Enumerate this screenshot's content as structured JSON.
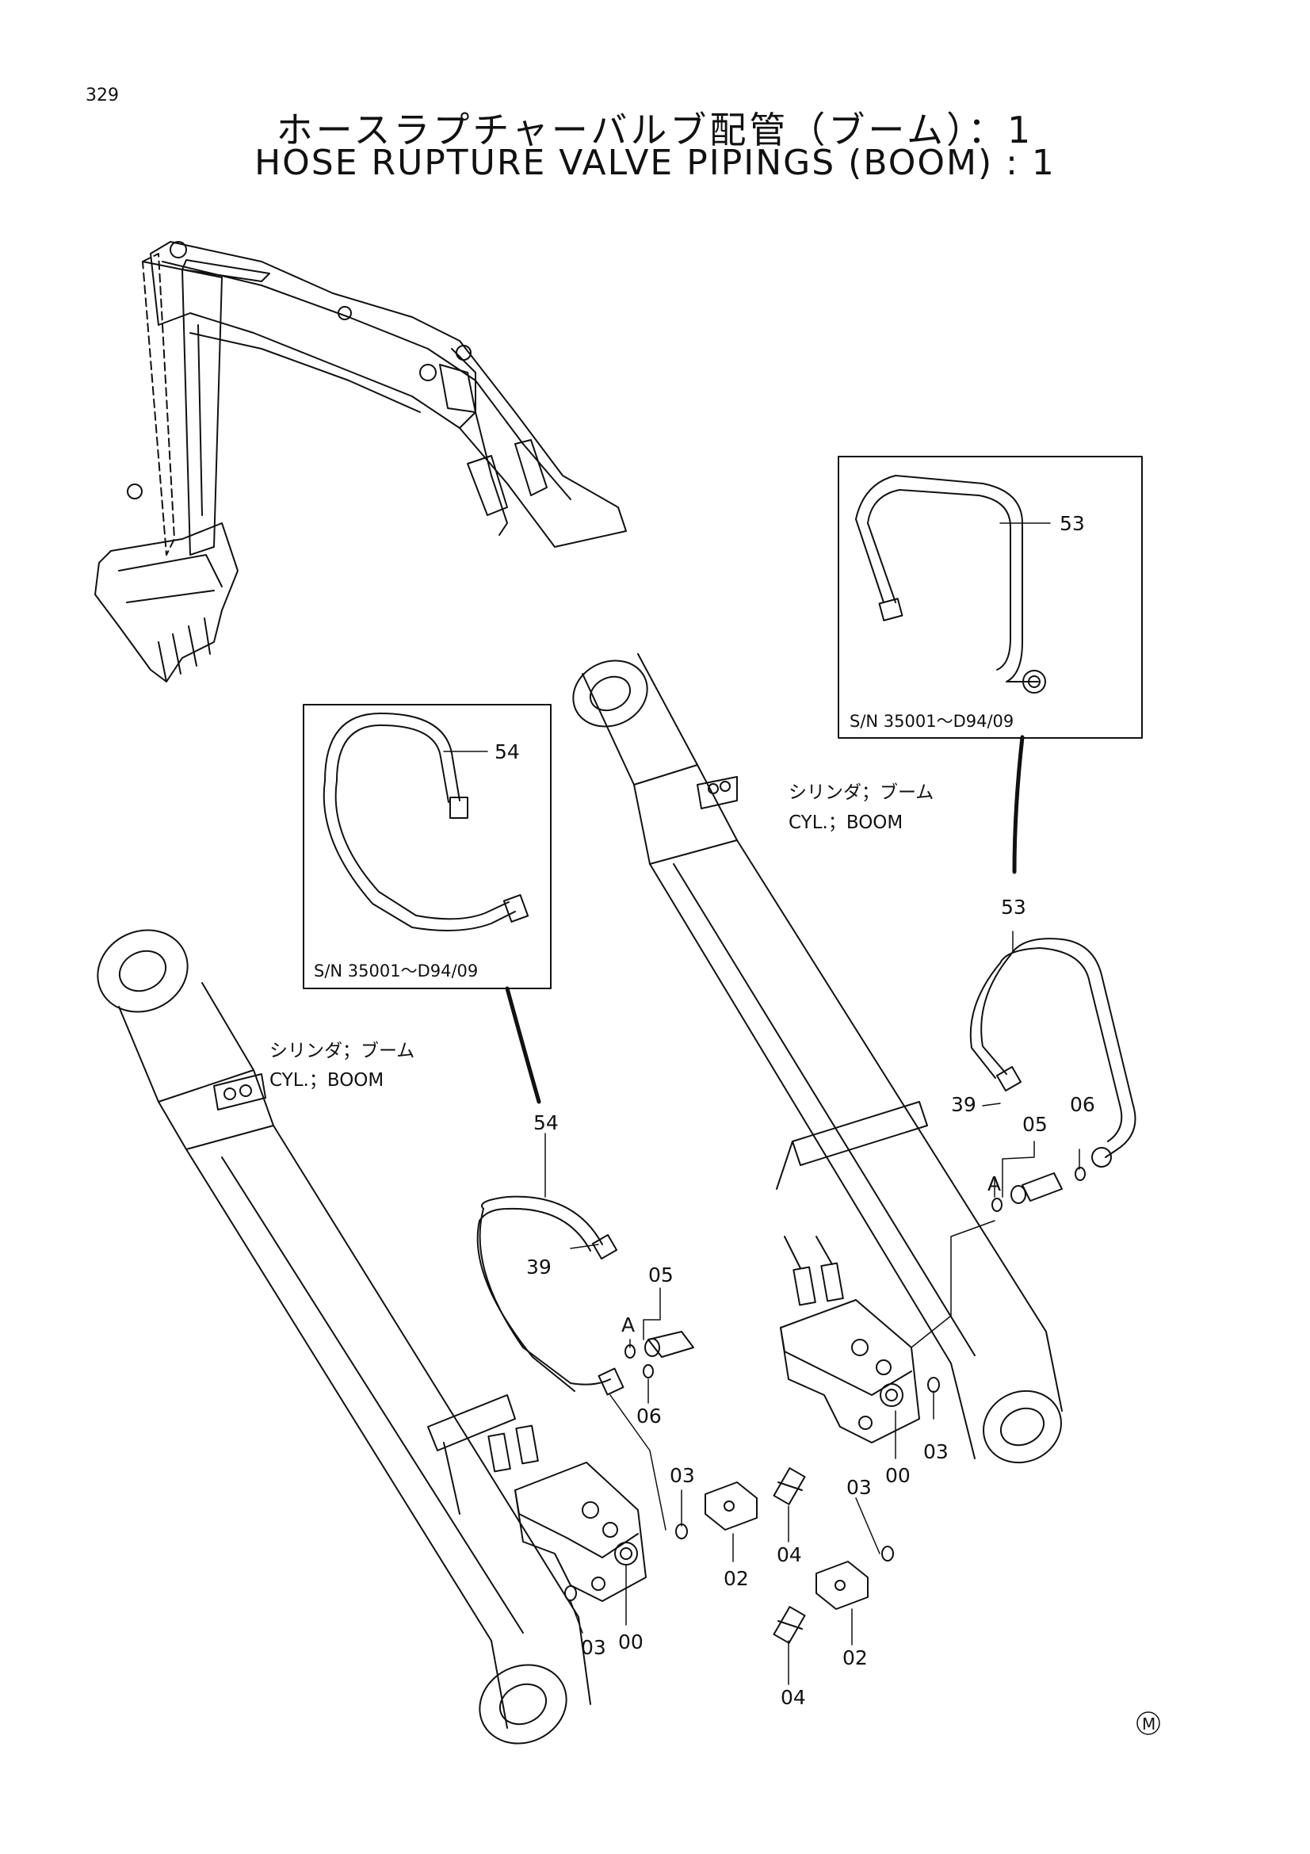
{
  "page_number": "329",
  "title_jp": "ホースラプチャーバルブ配管（ブーム）：1",
  "title_en": "HOSE RUPTURE VALVE PIPINGS (BOOM) : 1",
  "inset_right": {
    "part": "53",
    "serial": "S/N 35001～D94/09"
  },
  "inset_left": {
    "part": "54",
    "serial": "S/N 35001～D94/09"
  },
  "cyl_label_jp": "シリンダ；ブーム",
  "cyl_label_en": "CYL.；BOOM",
  "callouts": {
    "p53": "53",
    "p54": "54",
    "p39_right": "39",
    "p39_left": "39",
    "p05_right": "05",
    "p05_left": "05",
    "p06_right": "06",
    "p06_left": "06",
    "a_right": "A",
    "a_left": "A",
    "p00_right": "00",
    "p00_left": "00",
    "p03_right": "03",
    "p03_left_upper": "03",
    "p03_left_lower": "03",
    "p03_mid": "03",
    "p02_upper": "02",
    "p02_lower": "02",
    "p04_upper": "04",
    "p04_lower": "04"
  },
  "mark": "M"
}
